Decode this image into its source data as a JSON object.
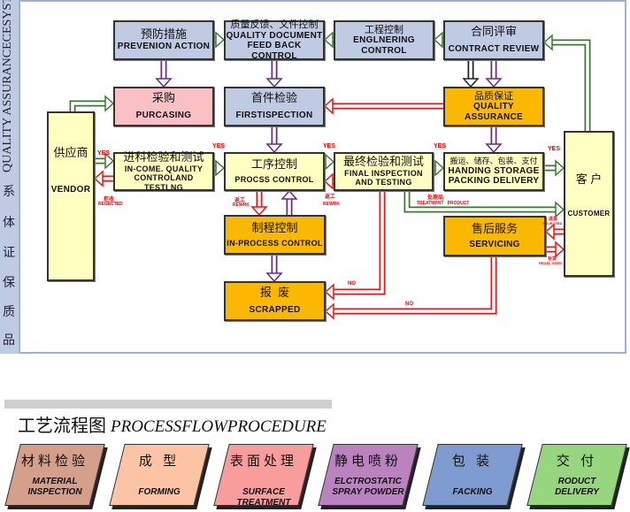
{
  "sidebar": {
    "title": "QUALITY ASSURANCECESYSTEM",
    "chars": [
      "系",
      "体",
      "证",
      "保",
      "质",
      "品"
    ]
  },
  "boxes": {
    "prevention": {
      "cn": "预防措施",
      "en": "PREVENION ACTION"
    },
    "feedback": {
      "cn": "质量反馈、文件控制",
      "en1": "QUALITY  DOCUMENT",
      "en2": "FEED BACK CONTROL"
    },
    "engineering": {
      "cn": "工程控制",
      "en1": "ENGLNERING",
      "en2": "CONTROL"
    },
    "contract": {
      "cn": "合同评审",
      "en": "CONTRACT  REVIEW"
    },
    "purchasing": {
      "cn": "采购",
      "en": "PURCASING"
    },
    "first": {
      "cn": "首件检验",
      "en": "FIRSTISPECTION"
    },
    "qa": {
      "cn": "品质保证",
      "en1": "QUALITY",
      "en2": "ASSURANCE"
    },
    "vendor": {
      "cn": "供应商",
      "en": "VENDOR"
    },
    "incoming": {
      "cn": "进科检验和测试",
      "en1": "IN-COME.  QUALITY",
      "en2": "CONTROLAND TESTLNG"
    },
    "process": {
      "cn": "工序控制",
      "en": "PROCSS CONTROL"
    },
    "final": {
      "cn": "最终检验和测试",
      "en1": "FINAL  INSPECTION",
      "en2": "AND  TESTING"
    },
    "handling": {
      "cn": "搬运、储存、包装、支付",
      "en1": "HANDING  STORAGE",
      "en2": "PACKING  DELIVERY"
    },
    "customer": {
      "cn": "客 户",
      "en": "CUSTOMER"
    },
    "inprocess": {
      "cn": "制程控制",
      "en": "IN-PROCESS CONTROL"
    },
    "servicing": {
      "cn": "售后服务",
      "en": "SERVICING"
    },
    "scrapped": {
      "cn": "报  废",
      "en": "SCRAPPED"
    }
  },
  "labels": {
    "yes": "YES",
    "no": "NO",
    "reject_cn": "拒收",
    "reject_en": "REGECTED",
    "rework_cn": "返工",
    "rework_en": "REWRK",
    "treat_cn": "处理品",
    "treat_en": "TREATMPNT   PRODUCT",
    "return_cn": "退货",
    "return_en": "REJECTED",
    "redeliver_cn": "补货",
    "redeliver_en": "REDEL IVERY"
  },
  "procedure": {
    "title_cn": "工艺流程图",
    "title_en": "PROCESSFLOWPROCEDURE",
    "steps": [
      {
        "cn": "材料检验",
        "en1": "MATERIAL",
        "en2": "INSPECTION",
        "color": "#d4a08a"
      },
      {
        "cn": "成 型",
        "en1": "",
        "en2": "FORMING",
        "color": "#fcc4a4"
      },
      {
        "cn": "表面处理",
        "en1": "",
        "en2": "SURFACE TREATMENT",
        "color": "#f89c9c"
      },
      {
        "cn": "静电喷粉",
        "en1": "ELCTROSTATIC",
        "en2": "SPRAY POWDER",
        "color": "#bb82c0"
      },
      {
        "cn": "包 装",
        "en1": "",
        "en2": "FACKING",
        "color": "#7f9cd0"
      },
      {
        "cn": "交 付",
        "en1": "RODUCT",
        "en2": "DELIVERY",
        "color": "#95d67f"
      }
    ]
  },
  "colors": {
    "flow_green": "#3a7a30",
    "flow_red": "#ee1111",
    "flow_purple": "#6b2a80",
    "flow_black": "#222222"
  }
}
